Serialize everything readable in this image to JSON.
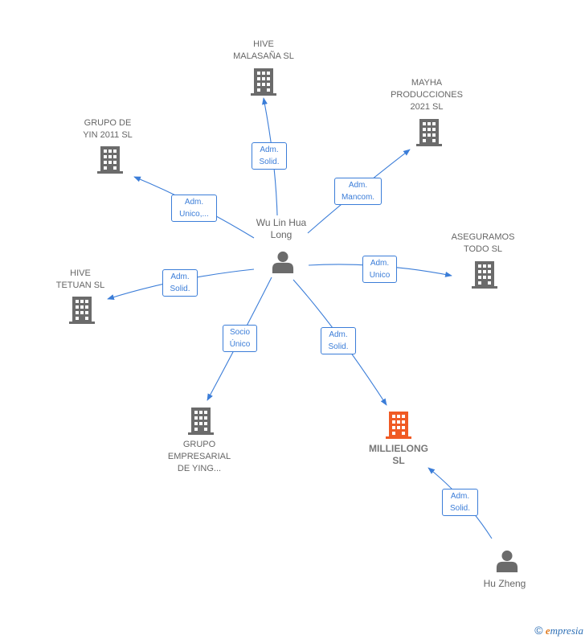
{
  "colors": {
    "edge": "#3b7dd8",
    "node": "#6b6b6b",
    "highlight": "#f05a24",
    "label": "#666666"
  },
  "nodes": {
    "hive_malasana": {
      "label": "HIVE\nMALASAÑA  SL"
    },
    "mayha": {
      "label": "MAYHA\nPRODUCCIONES\n2021  SL"
    },
    "grupo_yin": {
      "label": "GRUPO DE\nYIN 2011 SL"
    },
    "aseguramos": {
      "label": "ASEGURAMOS\nTODO  SL"
    },
    "hive_tetuan": {
      "label": "HIVE\nTETUAN  SL"
    },
    "grupo_empresarial": {
      "label": "GRUPO\nEMPRESARIAL\nDE YING..."
    },
    "millielong": {
      "label": "MILLIELONG\nSL"
    },
    "wu_lin": {
      "label": "Wu Lin Hua\nLong"
    },
    "hu_zheng": {
      "label": "Hu Zheng"
    }
  },
  "edges": {
    "e1": "Adm.\nSolid.",
    "e2": "Adm.\nMancom.",
    "e3": "Adm.\nUnico,...",
    "e4": "Adm.\nUnico",
    "e5": "Adm.\nSolid.",
    "e6": "Socio\nÚnico",
    "e7": "Adm.\nSolid.",
    "e8": "Adm.\nSolid."
  },
  "brand": {
    "copyright": "©",
    "initial": "e",
    "name": "mpresia"
  }
}
